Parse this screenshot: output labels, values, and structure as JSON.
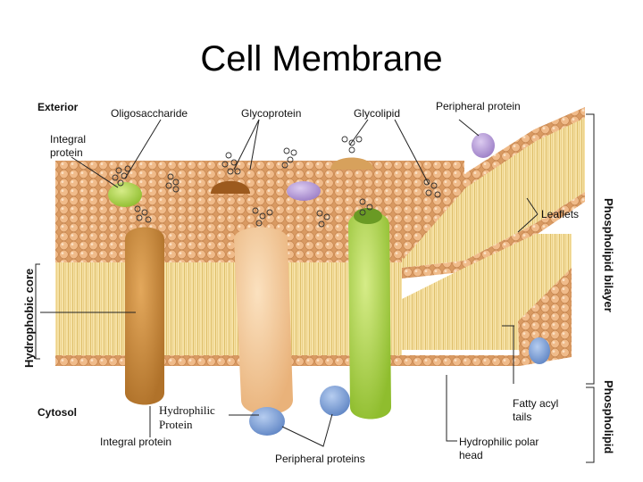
{
  "title": "Cell Membrane",
  "labels": {
    "exterior": "Exterior",
    "oligosaccharide": "Oligosaccharide",
    "glycoprotein": "Glycoprotein",
    "glycolipid": "Glycolipid",
    "peripheral_protein_top": "Peripheral protein",
    "integral_protein_top_1": "Integral",
    "integral_protein_top_2": "protein",
    "leaflets": "Leaflets",
    "hydrophobic_core": "Hydrophobic core",
    "phospholipid_bilayer": "Phospholipid bilayer",
    "phospholipid": "Phospholipid",
    "cytosol": "Cytosol",
    "hydrophilic_protein_1": "Hydrophilic",
    "hydrophilic_protein_2": "Protein",
    "integral_protein_bottom": "Integral protein",
    "peripheral_proteins_bottom": "Peripheral proteins",
    "fatty_acyl_tails_1": "Fatty acyl",
    "fatty_acyl_tails_2": "tails",
    "polar_head_1": "Hydrophilic polar",
    "polar_head_2": "head"
  },
  "colors": {
    "lipid_head": "#e8b07e",
    "lipid_tail": "#f0d590",
    "integral_brown": "#c98a35",
    "integral_peach": "#f2c690",
    "integral_green": "#a8d24a",
    "peripheral_blue": "#7c9fd6",
    "peripheral_purple": "#b49ad4",
    "glycoprotein_brown": "#9c5a1e"
  }
}
